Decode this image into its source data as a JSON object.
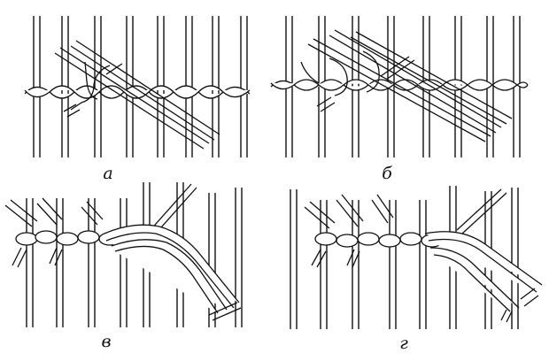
{
  "panels": [
    {
      "caption": "а"
    },
    {
      "caption": "б"
    },
    {
      "caption": "в"
    },
    {
      "caption": "г"
    }
  ],
  "colors": {
    "ink": "#111111",
    "paper": "#ffffff"
  }
}
